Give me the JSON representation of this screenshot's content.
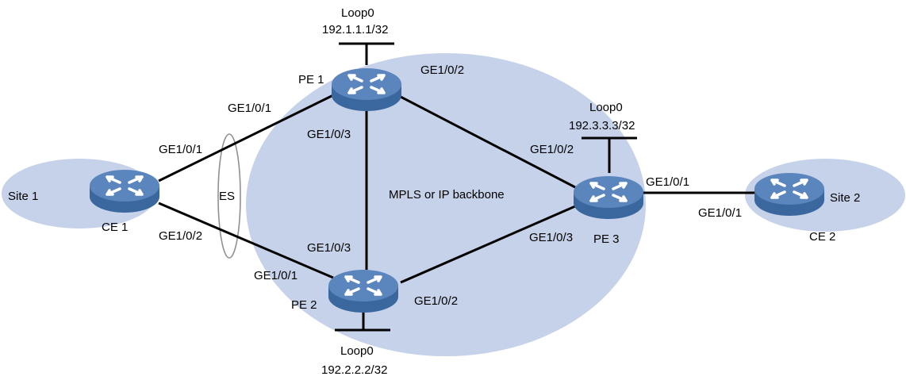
{
  "colors": {
    "background": "#ffffff",
    "cloud_fill": "#c6d2e9",
    "device_top": "#5b85bd",
    "device_body": "#3b679f",
    "link": "#000000",
    "es_outline": "#909090"
  },
  "sites": {
    "site1": "Site 1",
    "site2": "Site 2"
  },
  "backbone": {
    "label": "MPLS or IP backbone"
  },
  "es": {
    "label": "ES"
  },
  "devices": {
    "ce1": {
      "name": "CE 1",
      "icon": "router-icon"
    },
    "ce2": {
      "name": "CE 2",
      "icon": "router-icon"
    },
    "pe1": {
      "name": "PE 1",
      "icon": "router-icon",
      "loopback": "Loop0",
      "address": "192.1.1.1/32"
    },
    "pe2": {
      "name": "PE 2",
      "icon": "router-icon",
      "loopback": "Loop0",
      "address": "192.2.2.2/32"
    },
    "pe3": {
      "name": "PE 3",
      "icon": "router-icon",
      "loopback": "Loop0",
      "address": "192.3.3.3/32"
    }
  },
  "interfaces": {
    "ce1_to_pe1": "GE1/0/1",
    "ce1_to_pe2": "GE1/0/2",
    "pe1_to_ce1": "GE1/0/1",
    "pe1_to_pe3": "GE1/0/2",
    "pe1_to_pe2": "GE1/0/3",
    "pe2_to_ce1": "GE1/0/1",
    "pe2_to_pe1": "GE1/0/3",
    "pe2_to_pe3": "GE1/0/2",
    "pe3_to_pe1": "GE1/0/2",
    "pe3_to_pe2": "GE1/0/3",
    "pe3_to_ce2": "GE1/0/1",
    "ce2_to_pe3": "GE1/0/1"
  }
}
